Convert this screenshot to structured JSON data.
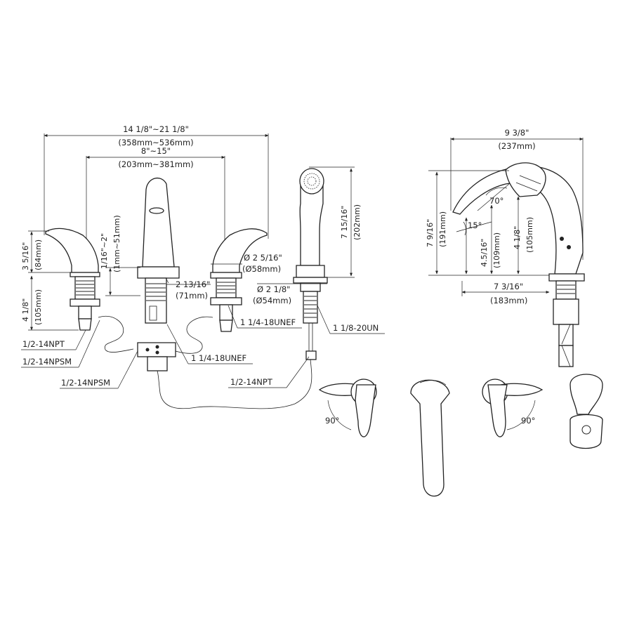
{
  "front_view": {
    "overall_width": "14 1/8\"~21 1/8\"",
    "overall_width_mm": "(358mm~536mm)",
    "center_width": "8\"~15\"",
    "center_width_mm": "(203mm~381mm)",
    "handle_height": "3 5/16\"",
    "handle_height_mm": "(84mm)",
    "shank_height": "4 1/8\"",
    "shank_height_mm": "(105mm)",
    "deck_thickness": "1/16\"~2\"",
    "deck_thickness_mm": "(1mm~51mm)",
    "spout_base": "2 13/16\"",
    "spout_base_mm": "(71mm)",
    "handle_base_dia": "Ø 2 5/16\"",
    "handle_base_dia_mm": "(Ø58mm)",
    "sprayer_base_dia": "Ø 2 1/8\"",
    "sprayer_base_dia_mm": "(Ø54mm)",
    "sprayer_height": "7 15/16\"",
    "sprayer_height_mm": "(202mm)"
  },
  "thread_labels": {
    "npt_left": "1/2-14NPT",
    "npsm_left": "1/2-14NPSM",
    "npsm_center": "1/2-14NPSM",
    "unef_right_valve": "1 1/4-18UNEF",
    "unef_spout": "1 1/4-18UNEF",
    "un_sprayer": "1 1/8-20UN",
    "npt_sprayer": "1/2-14NPT"
  },
  "side_view": {
    "width": "9 3/8\"",
    "width_mm": "(237mm)",
    "total_height": "7 9/16\"",
    "total_height_mm": "(191mm)",
    "spout_height": "4 1/8\"",
    "spout_height_mm": "(105mm)",
    "outlet_height": "4.5/16\"",
    "outlet_height_mm": "(109mm)",
    "reach": "7 3/16\"",
    "reach_mm": "(183mm)",
    "angle_top": "70°",
    "angle_tilt": "15°"
  },
  "top_view": {
    "left_rotation": "90°",
    "right_rotation": "90°"
  }
}
